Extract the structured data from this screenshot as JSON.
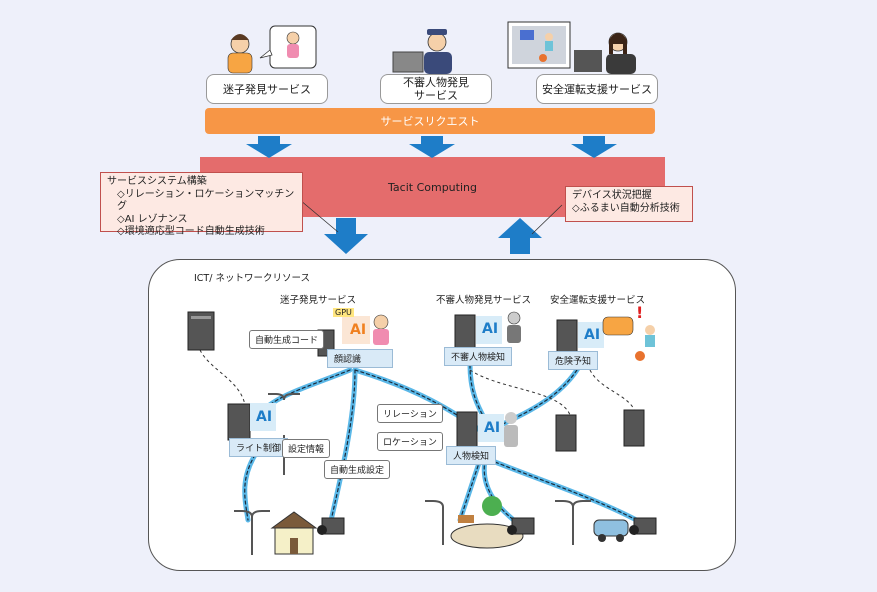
{
  "services": {
    "lost_child": "迷子発見サービス",
    "suspicious": "不審人物発見\nサービス",
    "driving": "安全運転支援サービス"
  },
  "request_bar": "サービスリクエスト",
  "tacit": "Tacit Computing",
  "left_note": {
    "title": "サービスシステム構築",
    "items": [
      "◇リレーション・ロケーションマッチング",
      "◇AI レゾナンス",
      "◇環境適応型コード自動生成技術"
    ]
  },
  "right_note": {
    "title": "デバイス状況把握",
    "items": [
      "◇ふるまい自動分析技術"
    ]
  },
  "resource_panel": {
    "title": "ICT/ ネットワークリソース",
    "service_titles": {
      "lost_child": "迷子発見サービス",
      "suspicious": "不審人物発見サービス",
      "driving": "安全運転支援サービス"
    },
    "node_labels": {
      "face": "顔認識",
      "suspicious": "不審人物検知",
      "danger": "危険予知",
      "light": "ライト制御",
      "person": "人物検知"
    },
    "callouts": {
      "autogen_code": "自動生成コード",
      "settings": "設定情報",
      "autogen_setting": "自動生成設定",
      "relation": "リレーション",
      "location": "ロケーション"
    },
    "ai": "AI",
    "gpu": "GPU"
  },
  "colors": {
    "background": "#eef0fa",
    "request_bar": "#f79646",
    "tacit": "#e46c6c",
    "arrow": "#1e7dc8",
    "network": "#5bb8e8"
  }
}
